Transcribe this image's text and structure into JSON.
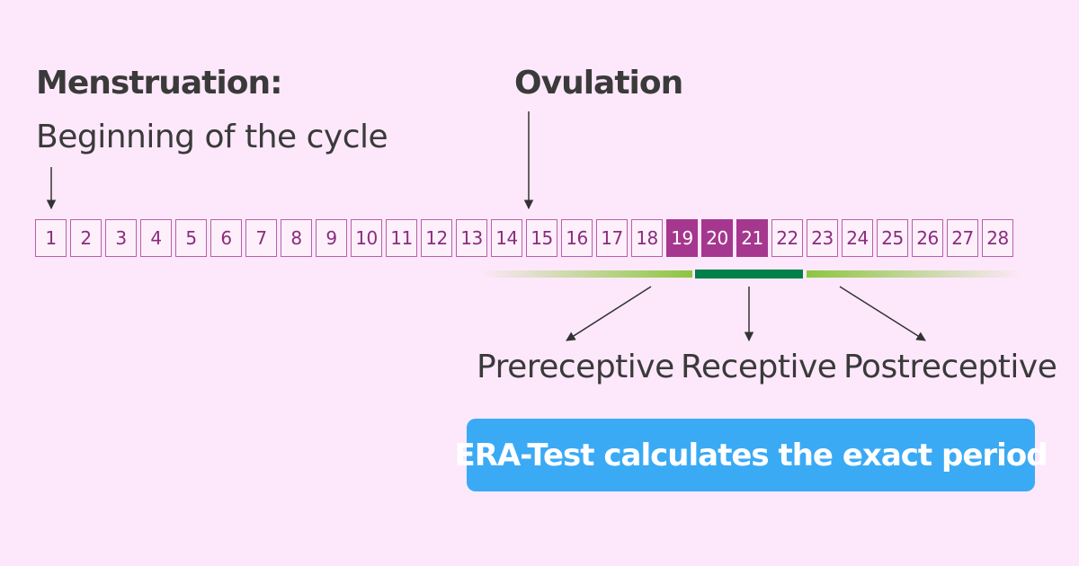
{
  "header": {
    "menstruation_title": "Menstruation:",
    "menstruation_subtitle": "Beginning of the cycle",
    "ovulation_title": "Ovulation"
  },
  "cycle": {
    "days": [
      "1",
      "2",
      "3",
      "4",
      "5",
      "6",
      "7",
      "8",
      "9",
      "10",
      "11",
      "12",
      "13",
      "14",
      "15",
      "16",
      "17",
      "18",
      "19",
      "20",
      "21",
      "22",
      "23",
      "24",
      "25",
      "26",
      "27",
      "28"
    ],
    "highlighted_days": [
      "19",
      "20",
      "21"
    ],
    "menstruation_day": "1",
    "ovulation_day": "14"
  },
  "phases": {
    "prereceptive": "Prereceptive",
    "receptive": "Receptive",
    "postreceptive": "Postreceptive"
  },
  "cta": {
    "label": "ERA-Test calculates the exact period"
  },
  "colors": {
    "background": "#fde8fb",
    "day_border": "#b561a8",
    "day_text": "#8c2b7d",
    "highlight": "#a5378f",
    "bar_light_green": "#8cc63f",
    "bar_dark_green": "#00804a",
    "cta_blue": "#3aaaf5"
  }
}
